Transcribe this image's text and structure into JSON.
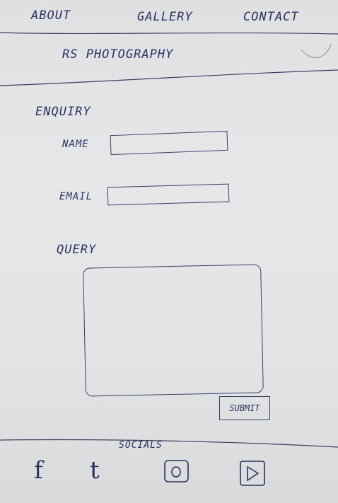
{
  "nav": {
    "about": "About",
    "gallery": "Gallery",
    "contact": "Contact"
  },
  "header": {
    "brand": "RS Photography"
  },
  "form": {
    "heading": "Enquiry",
    "name_label": "Name",
    "email_label": "Email",
    "query_label": "Query",
    "submit_label": "Submit"
  },
  "footer": {
    "socials_label": "Socials",
    "icons": [
      "facebook-icon",
      "tumblr-icon",
      "instagram-icon",
      "youtube-icon"
    ],
    "facebook_glyph": "f",
    "tumblr_glyph": "t"
  }
}
